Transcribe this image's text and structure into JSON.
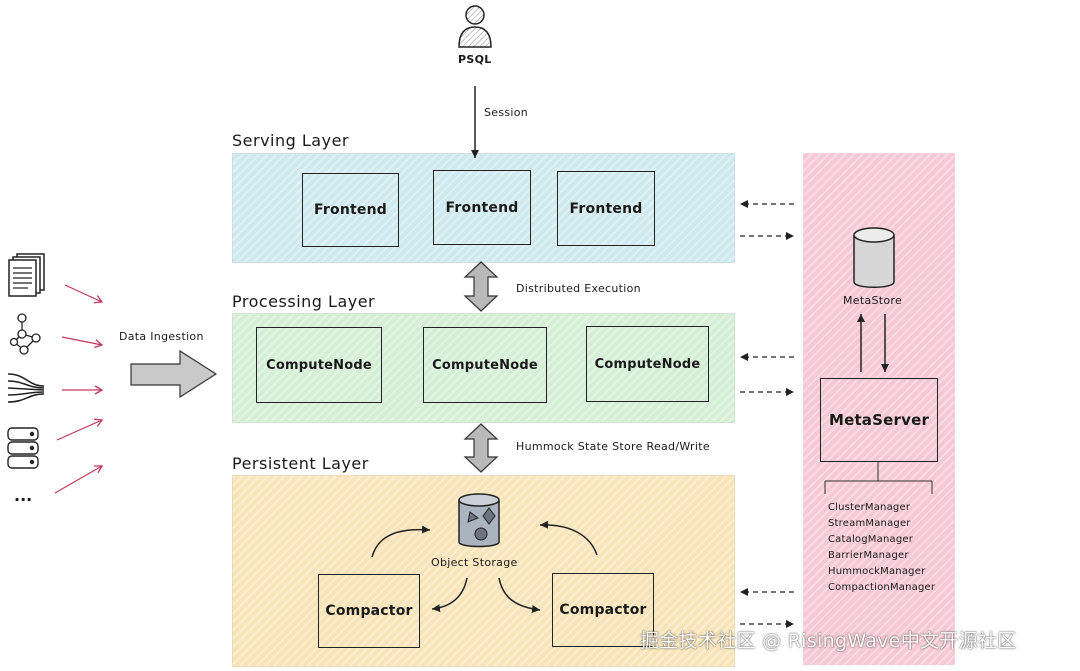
{
  "client": {
    "icon": "user-icon",
    "label": "PSQL"
  },
  "session_label": "Session",
  "serving_layer": {
    "title": "Serving Layer",
    "nodes": [
      "Frontend",
      "Frontend",
      "Frontend"
    ]
  },
  "distributed_label": "Distributed Execution",
  "processing_layer": {
    "title": "Processing Layer",
    "nodes": [
      "ComputeNode",
      "ComputeNode",
      "ComputeNode"
    ]
  },
  "hummock_label": "Hummock State Store Read/Write",
  "persistent_layer": {
    "title": "Persistent Layer",
    "storage_label": "Object Storage",
    "compactors": [
      "Compactor",
      "Compactor"
    ]
  },
  "ingestion": {
    "label": "Data Ingestion",
    "sources": [
      "document-stack-icon",
      "graph-nodes-icon",
      "stream-lines-icon",
      "database-icon"
    ],
    "more": "..."
  },
  "meta": {
    "store_label": "MetaStore",
    "server_label": "MetaServer",
    "managers": [
      "ClusterManager",
      "StreamManager",
      "CatalogManager",
      "BarrierManager",
      "HummockManager",
      "CompactionManager"
    ]
  },
  "watermark": "掘金技术社区 @ RisingWave中文开源社区",
  "colors": {
    "serving": "#cfe9ee",
    "processing": "#d5eed6",
    "persistent": "#f8e4b8",
    "meta": "#f6c8d6",
    "ingestion_arrow": "#c0395b"
  }
}
